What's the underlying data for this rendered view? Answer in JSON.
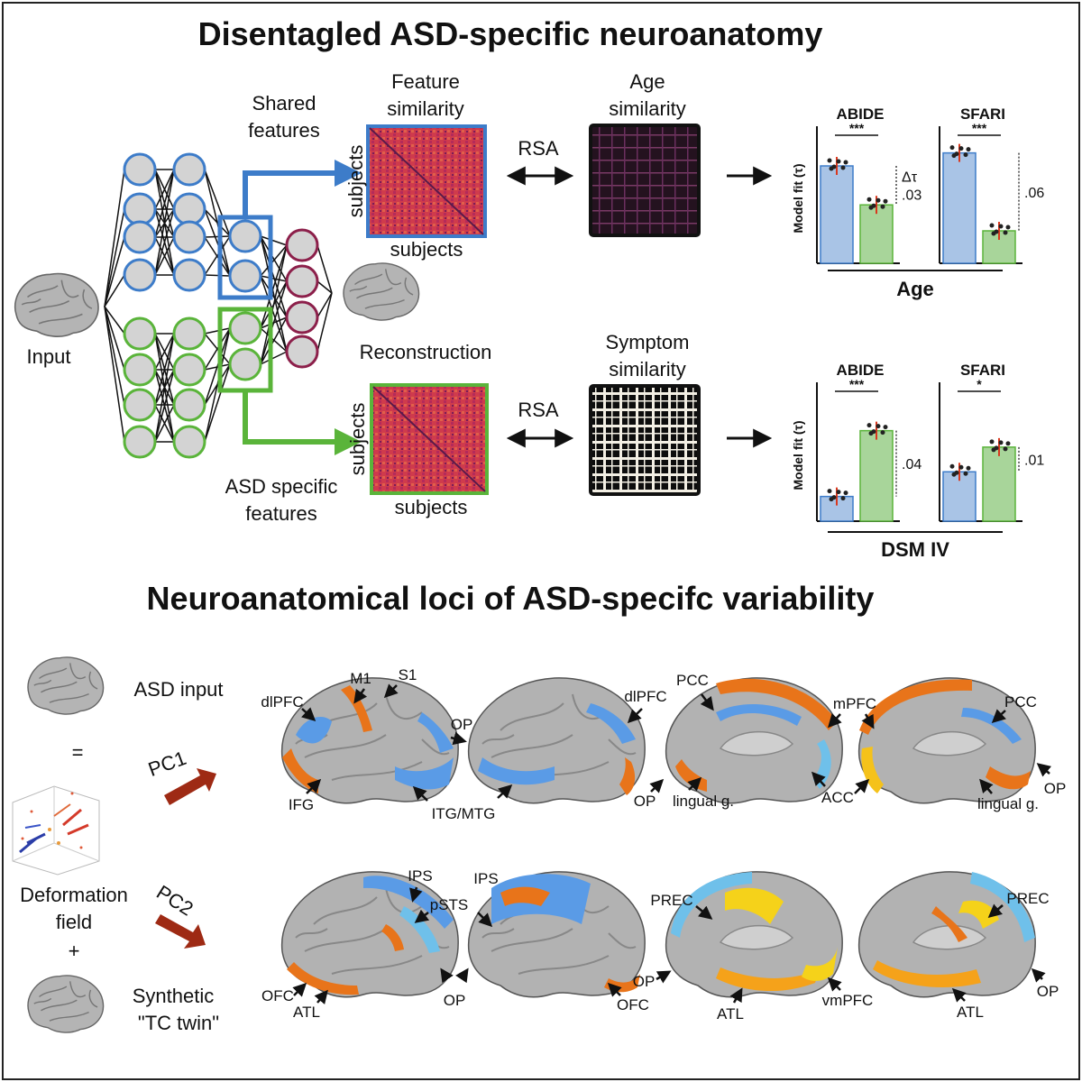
{
  "top": {
    "title": "Disentagled ASD-specific neuroanatomy",
    "labels": {
      "input": "Input",
      "shared_1": "Shared",
      "shared_2": "features",
      "specific_1": "ASD specific",
      "specific_2": "features",
      "reconstruction": "Reconstruction",
      "feature_sim_1": "Feature",
      "feature_sim_2": "similarity",
      "age_sim_1": "Age",
      "age_sim_2": "similarity",
      "symptom_sim_1": "Symptom",
      "symptom_sim_2": "similarity",
      "subjects": "subjects",
      "rsa": "RSA"
    }
  },
  "charts": {
    "y_label": "Model fit (τ)",
    "delta_label": "Δτ",
    "age_group_label": "Age",
    "dsm_group_label": "DSM IV"
  },
  "chart_data": [
    {
      "type": "bar",
      "title": "ABIDE",
      "group": "Age",
      "categories": [
        "Shared features",
        "ASD specific features"
      ],
      "values": [
        0.075,
        0.045
      ],
      "sig": "***",
      "delta": ".03",
      "colors": [
        "#a9c4e6",
        "#a8d59a"
      ]
    },
    {
      "type": "bar",
      "title": "SFARI",
      "group": "Age",
      "categories": [
        "Shared features",
        "ASD specific features"
      ],
      "values": [
        0.085,
        0.025
      ],
      "sig": "***",
      "delta": ".06",
      "colors": [
        "#a9c4e6",
        "#a8d59a"
      ]
    },
    {
      "type": "bar",
      "title": "ABIDE",
      "group": "DSM IV",
      "categories": [
        "Shared features",
        "ASD specific features"
      ],
      "values": [
        0.015,
        0.055
      ],
      "sig": "***",
      "delta": ".04",
      "colors": [
        "#a9c4e6",
        "#a8d59a"
      ]
    },
    {
      "type": "bar",
      "title": "SFARI",
      "group": "DSM IV",
      "categories": [
        "Shared features",
        "ASD specific features"
      ],
      "values": [
        0.03,
        0.045
      ],
      "sig": "*",
      "delta": ".01",
      "colors": [
        "#a9c4e6",
        "#a8d59a"
      ]
    }
  ],
  "bottom": {
    "title": "Neuroanatomical loci of ASD-specifc variability",
    "asd_input": "ASD input",
    "equals": "=",
    "deformation_1": "Deformation",
    "deformation_2": "field",
    "plus": "+",
    "synthetic_1": "Synthetic",
    "synthetic_2": "\"TC twin\"",
    "pc1": "PC1",
    "pc2": "PC2",
    "pc1_labels": [
      "dlPFC",
      "M1",
      "S1",
      "IFG",
      "OP",
      "ITG/MTG",
      "dlPFC",
      "PCC",
      "mPFC",
      "PCC",
      "OP",
      "lingual g.",
      "ACC",
      "lingual g.",
      "OP"
    ],
    "pc2_labels": [
      "IPS",
      "pSTS",
      "IPS",
      "OFC",
      "ATL",
      "OP",
      "OFC",
      "PREC",
      "OP",
      "ATL",
      "vmPFC",
      "ATL",
      "PREC",
      "OP"
    ]
  },
  "colors": {
    "blue": "#3d7cc9",
    "green": "#5ab43a",
    "maroon": "#8c1f4a",
    "node": "#d3d3d3",
    "brain": "#b4b4b4",
    "bar_blue": "#a9c4e6",
    "bar_green": "#a8d59a",
    "orange": "#e8741a",
    "cortex_blue": "#5a9be6",
    "arrow_red": "#9e2a14"
  }
}
